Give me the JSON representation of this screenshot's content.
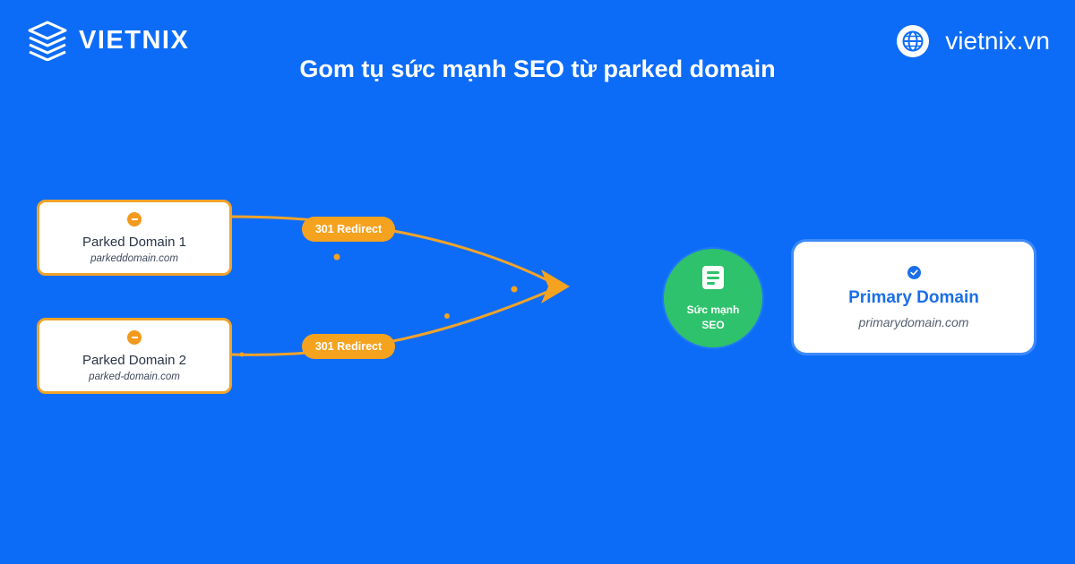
{
  "brand": {
    "name": "VIETNIX",
    "site": "vietnix.vn",
    "icons": {
      "logo": "server-stack-icon",
      "site": "globe-icon"
    }
  },
  "title": "Gom tụ sức mạnh SEO từ parked domain",
  "parked": [
    {
      "name": "Parked Domain 1",
      "url": "parkeddomain.com",
      "icon": "minus-circle-icon"
    },
    {
      "name": "Parked Domain 2",
      "url": "parked-domain.com",
      "icon": "minus-circle-icon"
    }
  ],
  "redirects": [
    {
      "label": "301 Redirect"
    },
    {
      "label": "301 Redirect"
    }
  ],
  "seo": {
    "label": "Sức mạnh SEO",
    "icon": "document-icon"
  },
  "primary": {
    "name": "Primary Domain",
    "url": "primarydomain.com",
    "icon": "check-circle-icon"
  },
  "colors": {
    "background": "#0d6cf7",
    "accent_orange": "#f5a21f",
    "seo_green": "#2fc26c",
    "primary_blue": "#1a6fe8"
  }
}
